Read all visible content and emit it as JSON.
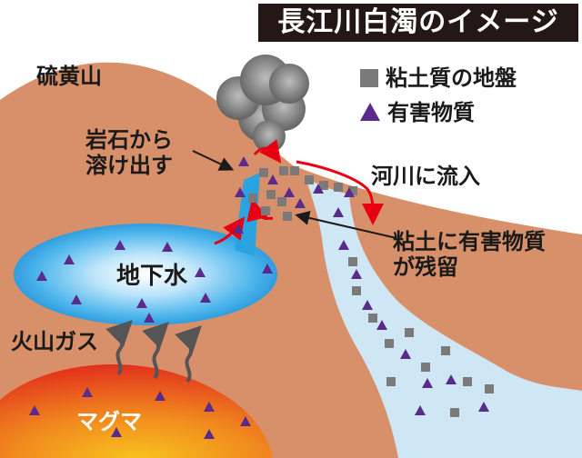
{
  "title": "長江川白濁のイメージ",
  "legend": {
    "clay": "粘土質の地盤",
    "harmful": "有害物質"
  },
  "labels": {
    "mountain": "硫黄山",
    "rock_line1": "岩石から",
    "rock_line2": "溶け出す",
    "river_inflow": "河川に流入",
    "residue_line1": "粘土に有害物質",
    "residue_line2": "が残留",
    "groundwater": "地下水",
    "volcanic_gas": "火山ガス",
    "magma": "マグマ"
  },
  "colors": {
    "mountain": "#d8906a",
    "river": "#cfe6f5",
    "groundwater": "#2aa3e0",
    "magma": "#e8421c",
    "clay": "#7a7a7a",
    "harmful": "#5a2a8c",
    "arrow": "#e60012"
  }
}
